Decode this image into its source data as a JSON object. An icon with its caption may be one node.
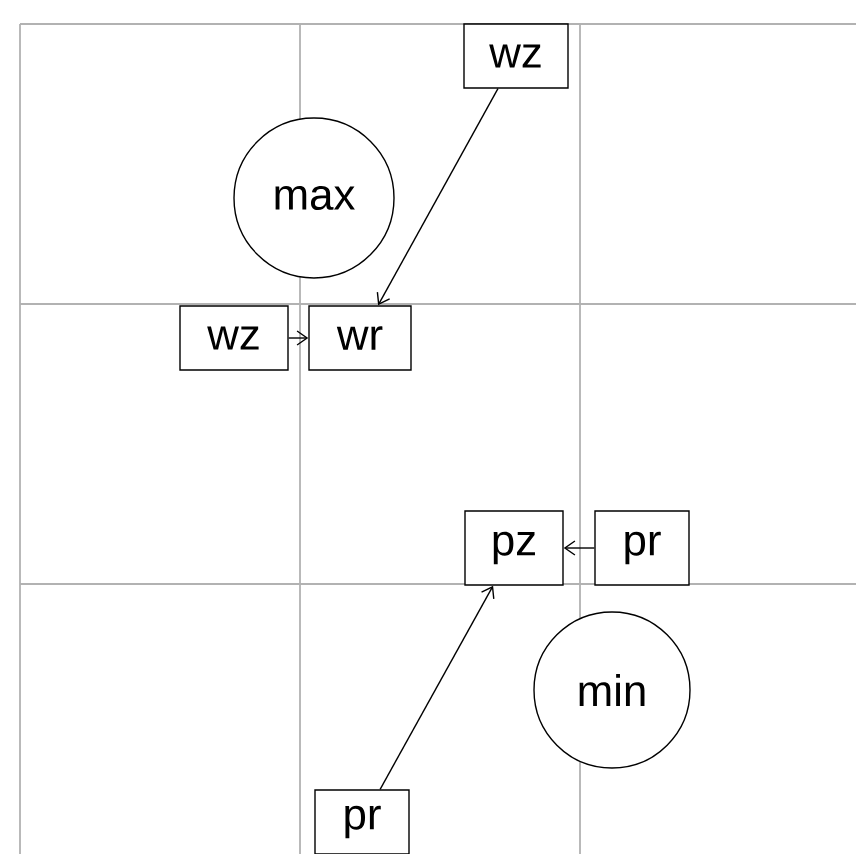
{
  "diagram": {
    "nodes": [
      {
        "text": [
          "wz"
        ]
      },
      {
        "text": [
          "max"
        ]
      },
      {
        "text": [
          "wz"
        ]
      },
      {
        "text": [
          "wr"
        ]
      },
      {
        "text": [
          "pz"
        ]
      },
      {
        "text": [
          "pr"
        ]
      },
      {
        "text": [
          "min"
        ]
      },
      {
        "text": [
          "pr"
        ]
      }
    ],
    "edges": [
      {
        "from": 0,
        "to": 3,
        "arrow": "to"
      },
      {
        "from": 2,
        "to": 3,
        "arrow": "to"
      },
      {
        "from": 5,
        "to": 4,
        "arrow": "to"
      },
      {
        "from": 7,
        "to": 4,
        "arrow": "to"
      }
    ]
  }
}
